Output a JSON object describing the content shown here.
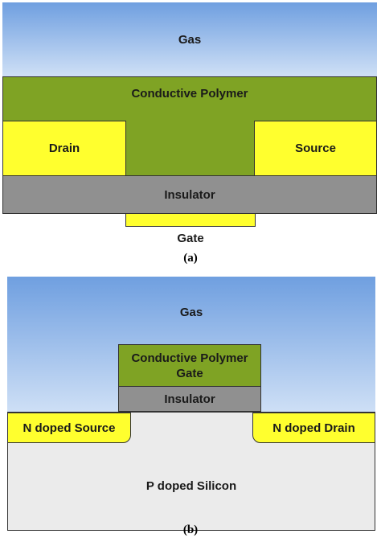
{
  "panel_a": {
    "caption": "(a)",
    "gas": "Gas",
    "polymer": "Conductive Polymer",
    "drain": "Drain",
    "source": "Source",
    "insulator": "Insulator",
    "gate": "Gate",
    "colors": {
      "gas_top": "#6f9fe0",
      "gas_bottom": "#cfe0f6",
      "polymer": "#7fa324",
      "electrode": "#ffff2e",
      "insulator": "#909090"
    }
  },
  "panel_b": {
    "caption": "(b)",
    "gas": "Gas",
    "polymer_gate_line1": "Conductive Polymer",
    "polymer_gate_line2": "Gate",
    "insulator": "Insulator",
    "source": "N doped Source",
    "drain": "N doped Drain",
    "substrate": "P doped Silicon",
    "colors": {
      "substrate": "#ebebeb",
      "electrode": "#ffff2e",
      "polymer": "#7fa324",
      "insulator": "#909090"
    }
  }
}
